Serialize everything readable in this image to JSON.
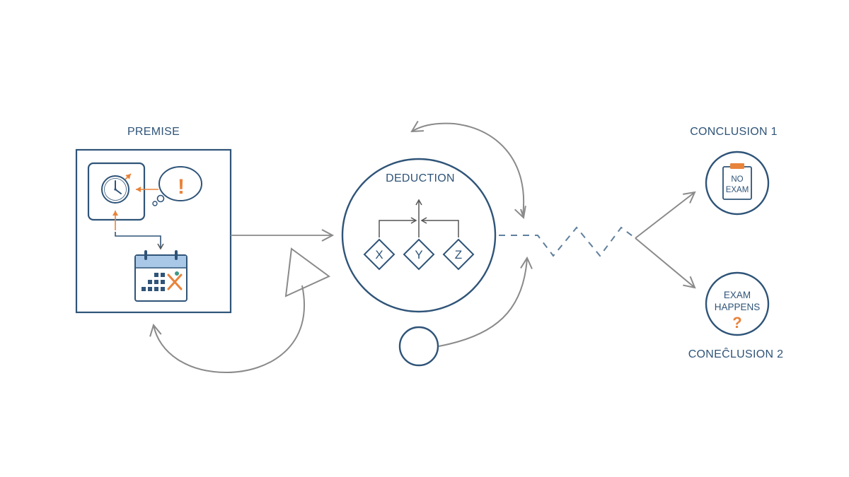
{
  "premise": {
    "label": "PREMISE"
  },
  "deduction": {
    "label": "DEDUCTION",
    "nodes": [
      "X",
      "Y",
      "Z"
    ]
  },
  "conclusion1": {
    "label": "CONCLUSION 1",
    "line1": "NO",
    "line2": "EXAM"
  },
  "conclusion2": {
    "label": "CONEĈLUSION 2",
    "line1": "EXAM",
    "line2": "HAPPENS",
    "mark": "?"
  },
  "thought_mark": "!",
  "colors": {
    "navy": "#2f5478",
    "orange": "#e8833a",
    "gray": "#8a8a8a",
    "light_blue": "#a9c8e8"
  }
}
